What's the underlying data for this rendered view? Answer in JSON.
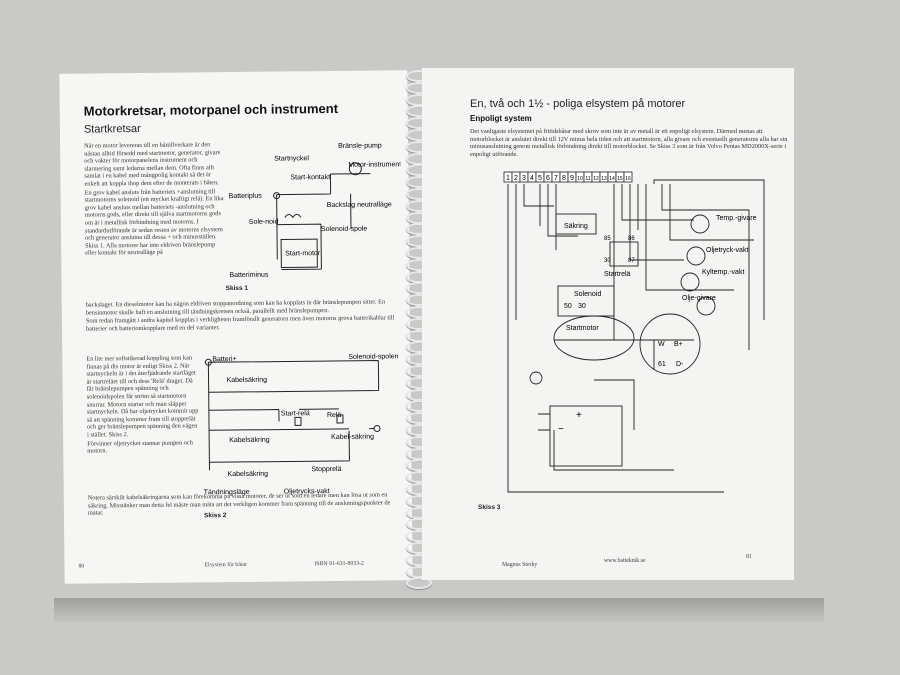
{
  "left": {
    "title": "Motorkretsar, motorpanel och instrument",
    "subtitle": "Startkretsar",
    "para1": "När en motor levereras till en båttillverkare är den nästan alltid försedd med startmotor, generator, givare och vakter för motorpanelens instrument och slarmering samt ledarna mellan dem. Ofta finns allt samlat i en kabel med mångpolig kontakt så det är enkelt att koppla ihop dem efter de monterats i båten.",
    "para2": "En grov kabel ansluts från batteriets +anslutning till startmotorns solenoid (ett mycket kraftigt relä). En lika grov kabel ansluts mellan batteriets -anslutning och motorns gods, eller direkt till själva startmotorns gods om är i metallisk förbindning med motorns. I standardutförande är sedan resten av motorns elsystem och generator anslutna till dessa + och minusställen. Skiss 1. Alla motorer har inte eldriven bränslepump eller kontakt för neutralläge på",
    "para2b": "backslaget. En dieselmotor kan ha någon eldriven stoppanordning som kan ha kopplats in där bränslepumpen sitter. En bensinmotor skulle haft en anslutning till tändningskretsen också, parallellt med bränslepumpen.",
    "para3": "Som redan framgått i andra kapitel kopplas i verkligheten framförallt generatorn men även motorns grova batterikablar till batterier och batteriomkopplare med en del varianter.",
    "para4": "En lite mer sofistikerad koppling som kan finnas på dis motor är enligt Skiss 2. När startnyckeln är i det återfjädrande startläget är startreläet till och dess 'Relä' draget. Då får bränslepumpen spänning och solenoidspolen får ström så startmotorn snurrar. Motorn startar och man släpper startnyckeln. Då har oljetrycket kommit upp så att spänning kommer fram till stopprelät och ger bränslepumpen spänning den vägen i stället. Skiss 2.",
    "para5": "Förvinner oljetrycket stannar pumpen och motorn.",
    "para6": "Notera särskilt kabelsäkringarna som kan förekomma på vissa motorer, de ser ut som en ledare men kan lösa ut som en säkring. Misstänker man detta fel måste man mäta att det verkligen kommer fram spänning till de anslutningspunkter de matar.",
    "diagram1": {
      "label_fuel_pump": "Bränsle-pump",
      "label_start_key": "Startnyckel",
      "label_start_contact": "Start-kontakt",
      "label_engine_instrument": "Motor-instrument",
      "label_battery_plus": "Batteriplus",
      "label_backslag": "Backslag neutralläge",
      "label_solenoid": "Sole-noid",
      "label_solenoid_coil": "Solenoid-spole",
      "label_start_motor": "Start-motor",
      "label_battery_minus": "Batteriminus",
      "caption": "Skiss 1"
    },
    "diagram2": {
      "label_battery_plus": "Batteri+",
      "label_solenoid_coil": "Solenoid-spolen",
      "label_fuse1": "Kabelsäkring",
      "label_start_relay": "Start-relä",
      "label_relay": "Relä",
      "label_fuse2": "Kabelsäkring",
      "label_fuse3": "Kabel-säkring",
      "label_fuse4": "Kabelsäkring",
      "label_stop_relay": "Stopprelä",
      "label_ignition": "Tändningsläge",
      "label_oil_guard": "Oljetrycks-vakt",
      "caption": "Skiss 2"
    },
    "footer_page": "80",
    "footer_title": "Elsystem för båtar",
    "footer_isbn": "ISBN 91-631-8033-2"
  },
  "right": {
    "title": "En, två och 1½ - poliga elsystem på motorer",
    "subtitle": "Enpoligt system",
    "para1": "Det vanligaste elsystemet på fritidsbåtar med skrov som inte är av metall är ett enpoligt elsystem. Därmed menas att motorblocket är anslutet direkt till 12V minus hela tiden och att startmotorn, alla givare och eventuellt generatorns alla har sin minusanslutning genom metallisk förbindning direkt till motorblocket. Se Skiss 3 som är från Volvo Pentas MD2000X-serie i enpoligt utförande.",
    "diagram3": {
      "terminals": [
        "1",
        "2",
        "3",
        "4",
        "5",
        "6",
        "7",
        "8",
        "9",
        "10",
        "11",
        "12",
        "13",
        "14",
        "15",
        "16"
      ],
      "label_fuse": "Säkring",
      "label_relay_85": "85",
      "label_relay_86": "86",
      "label_relay_30": "30",
      "label_relay_87": "87",
      "label_start_relay": "Startrelä",
      "label_temp": "Temp.-givare",
      "label_oil_guard": "Oljetryck-vakt",
      "label_coolant": "Kyltemp.-vakt",
      "label_oil_sender": "Olje-givare",
      "label_solenoid": "Solenoid",
      "label_50": "50",
      "label_30": "30",
      "label_start_motor": "Startmotor",
      "label_w": "W",
      "label_bplus": "B+",
      "label_61": "61",
      "label_dminus": "D-",
      "label_plus": "+",
      "label_minus": "−",
      "caption": "Skiss 3"
    },
    "footer_author": "Magnus Sterky",
    "footer_url": "www.batteknik.se",
    "footer_page": "81"
  }
}
